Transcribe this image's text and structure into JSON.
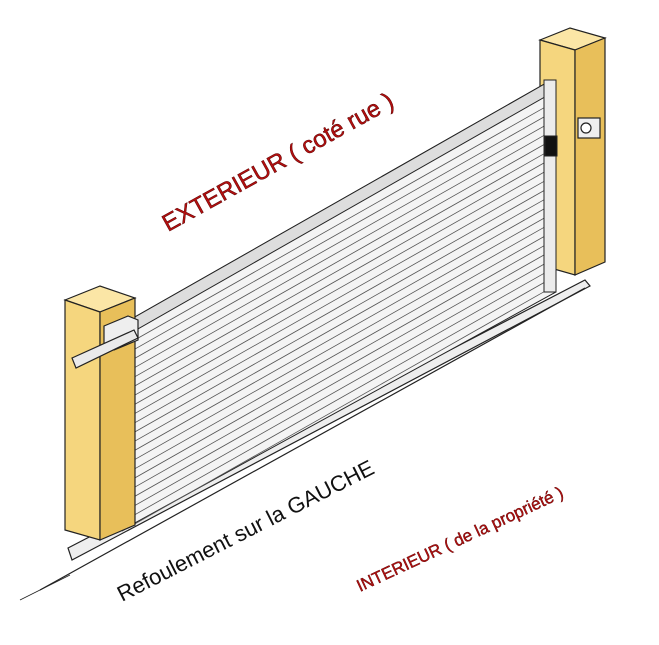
{
  "labels": {
    "exterior": "EXTERIEUR ( coté rue )",
    "direction": "Refoulement sur la GAUCHE",
    "interior": "INTERIEUR ( de la propriété )"
  },
  "colors": {
    "post_front": "#f5d67e",
    "post_side": "#e8bf5a",
    "label_red": "#b40f0f",
    "label_black": "#111111",
    "gate_fill": "#f4f4f4"
  }
}
